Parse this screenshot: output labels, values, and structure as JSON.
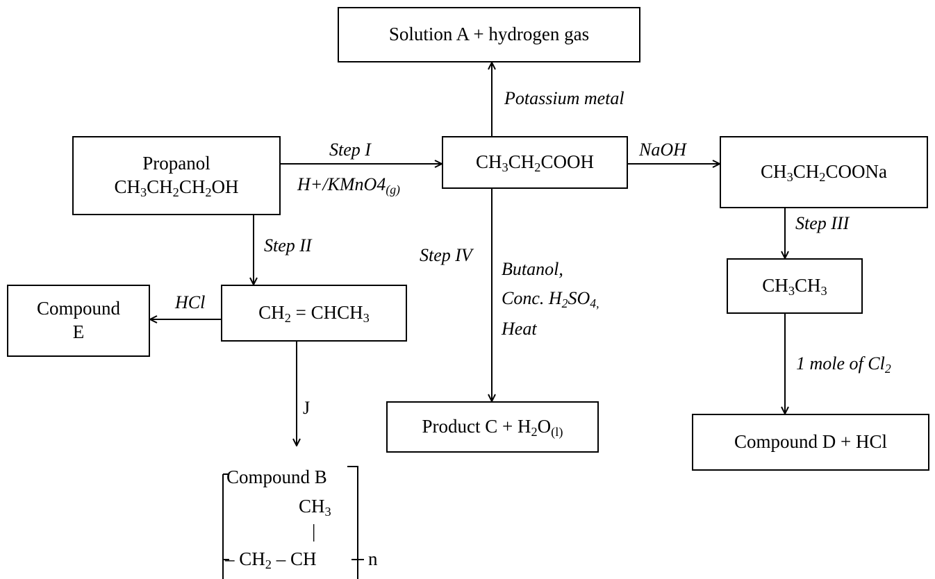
{
  "boxes": {
    "solution_a": {
      "text": "Solution A + hydrogen gas"
    },
    "propanol": {
      "name": "Propanol",
      "f1": "CH",
      "s1": "3",
      "f2": "CH",
      "s2": "2",
      "f3": "CH",
      "s3": "2",
      "f4": "OH"
    },
    "acid": {
      "f1": "CH",
      "s1": "3",
      "f2": "CH",
      "s2": "2",
      "f3": "COOH"
    },
    "salt": {
      "f1": "CH",
      "s1": "3",
      "f2": "CH",
      "s2": "2",
      "f3": "COONa"
    },
    "propene": {
      "f1": "CH",
      "s1": "2",
      "f2": " = CHCH",
      "s2": "3"
    },
    "compound_e": {
      "line1": "Compound",
      "line2": "E"
    },
    "product_c": {
      "f1": "Product C + H",
      "s1": "2",
      "f2": "O",
      "s2": "(l)"
    },
    "ethane": {
      "f1": "CH",
      "s1": "3",
      "f2": "CH",
      "s2": "3"
    },
    "compound_d": {
      "text": "Compound D + HCl"
    }
  },
  "labels": {
    "potassium": "Potassium metal",
    "step1": "Step I",
    "step1_reagent": {
      "f1": "H+/KMnO4",
      "s1": "(g)"
    },
    "naoh": "NaOH",
    "step2": "Step II",
    "hcl": "HCl",
    "step3": "Step III",
    "step4": "Step IV",
    "butanol": "Butanol,",
    "conc": {
      "f1": "Conc. H",
      "s1": "2",
      "f2": "SO",
      "s2": "4,"
    },
    "heat": "Heat",
    "chlorine": {
      "f1": "1 mole of Cl",
      "s1": "2"
    },
    "j": "J"
  },
  "polymer": {
    "title": "Compound B",
    "methyl": {
      "f1": "CH",
      "s1": "3"
    },
    "bond": "|",
    "chain": {
      "f1": "– CH",
      "s1": "2",
      "f2": " – CH"
    },
    "n": "n"
  }
}
